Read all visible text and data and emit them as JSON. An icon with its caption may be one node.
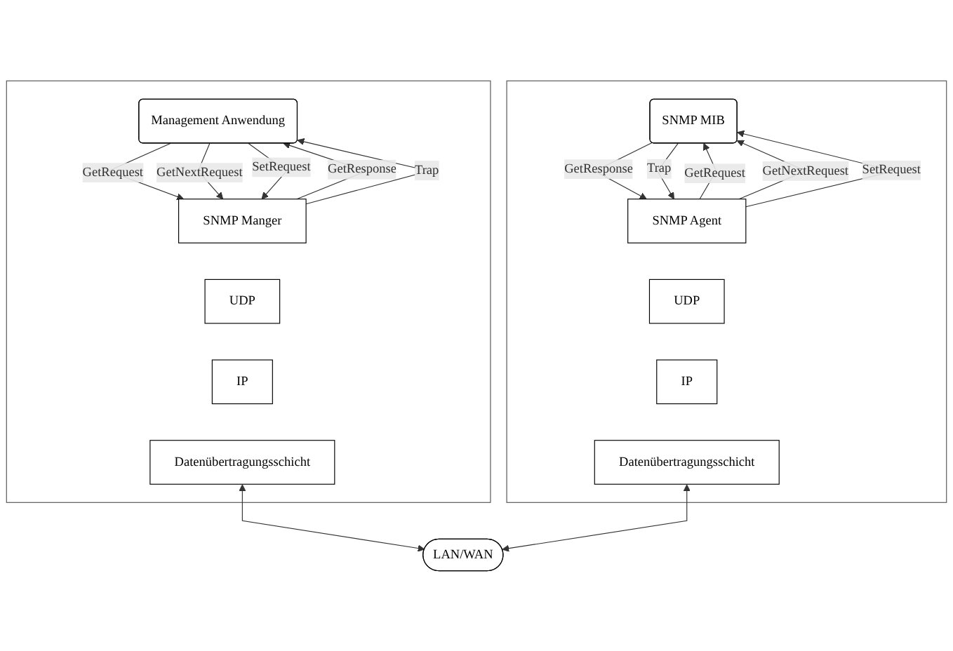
{
  "diagram": {
    "nodes": [
      {
        "text": [],
        "shape": "box"
      },
      {
        "text": [
          "Management Anwendung"
        ],
        "in": 0
      },
      {
        "text": [
          "SNMP Manger"
        ],
        "in": 0
      },
      {
        "text": [
          "UDP"
        ],
        "in": 0
      },
      {
        "text": [
          "IP"
        ],
        "in": 0
      },
      {
        "text": [
          "Datenübertragungsschicht"
        ],
        "in": 0
      },
      {
        "text": [],
        "shape": "box"
      },
      {
        "text": [
          "SNMP MIB"
        ],
        "in": 6
      },
      {
        "text": [
          "SNMP Agent"
        ],
        "in": 6
      },
      {
        "text": [
          "UDP"
        ],
        "in": 6
      },
      {
        "text": [
          "IP"
        ],
        "in": 6
      },
      {
        "text": [
          "Datenübertragungsschicht"
        ],
        "in": 6
      },
      {
        "text": [
          "LAN/WAN"
        ]
      }
    ],
    "edges": [
      {
        "from": 1,
        "to": 2,
        "arrow": "to",
        "label": "GetRequest"
      },
      {
        "from": 1,
        "to": 2,
        "arrow": "to",
        "label": "GetNextRequest"
      },
      {
        "from": 1,
        "to": 2,
        "arrow": "to",
        "label": "SetRequest"
      },
      {
        "from": 2,
        "to": 1,
        "arrow": "to",
        "label": "GetResponse"
      },
      {
        "from": 2,
        "to": 1,
        "arrow": "to",
        "label": "Trap"
      },
      {
        "from": 8,
        "to": 7,
        "arrow": "to",
        "label": "GetRequest"
      },
      {
        "from": 8,
        "to": 7,
        "arrow": "to",
        "label": "GetNextRequest"
      },
      {
        "from": 8,
        "to": 7,
        "arrow": "to",
        "label": "SetRequest"
      },
      {
        "from": 7,
        "to": 8,
        "arrow": "to",
        "label": "GetResponse"
      },
      {
        "from": 7,
        "to": 8,
        "arrow": "to",
        "label": "Trap"
      },
      {
        "from": 5,
        "to": 12,
        "arrow": "both"
      },
      {
        "from": 11,
        "to": 12,
        "arrow": "both"
      }
    ]
  }
}
